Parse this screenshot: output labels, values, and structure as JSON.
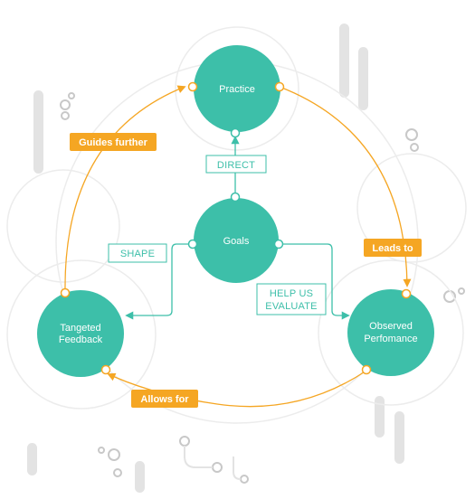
{
  "nodes": {
    "practice": "Practice",
    "goals": "Goals",
    "feedback_line1": "Tangeted",
    "feedback_line2": "Feedback",
    "performance_line1": "Observed",
    "performance_line2": "Perfomance"
  },
  "teal_labels": {
    "direct": "DIRECT",
    "shape": "SHAPE",
    "help_line1": "HELP US",
    "help_line2": "EVALUATE"
  },
  "orange_labels": {
    "guides": "Guides further",
    "leads": "Leads to",
    "allows": "Allows for"
  },
  "colors": {
    "teal": "#3dbfa9",
    "orange": "#f5a623",
    "background_shape": "#e8e8e8",
    "decor_bar": "#e3e3e3"
  }
}
